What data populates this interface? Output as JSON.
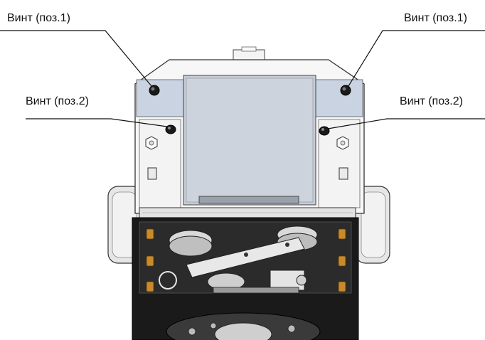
{
  "callouts": {
    "top_left": "Винт (поз.1)",
    "top_right": "Винт (поз.1)",
    "mid_left": "Винт (поз.2)",
    "mid_right": "Винт (поз.2)"
  },
  "colors": {
    "line": "#111111",
    "panel": "#c9d3e1",
    "metal": "#d9d9d9",
    "dark": "#1a1a1a",
    "brass": "#c98a2c"
  }
}
